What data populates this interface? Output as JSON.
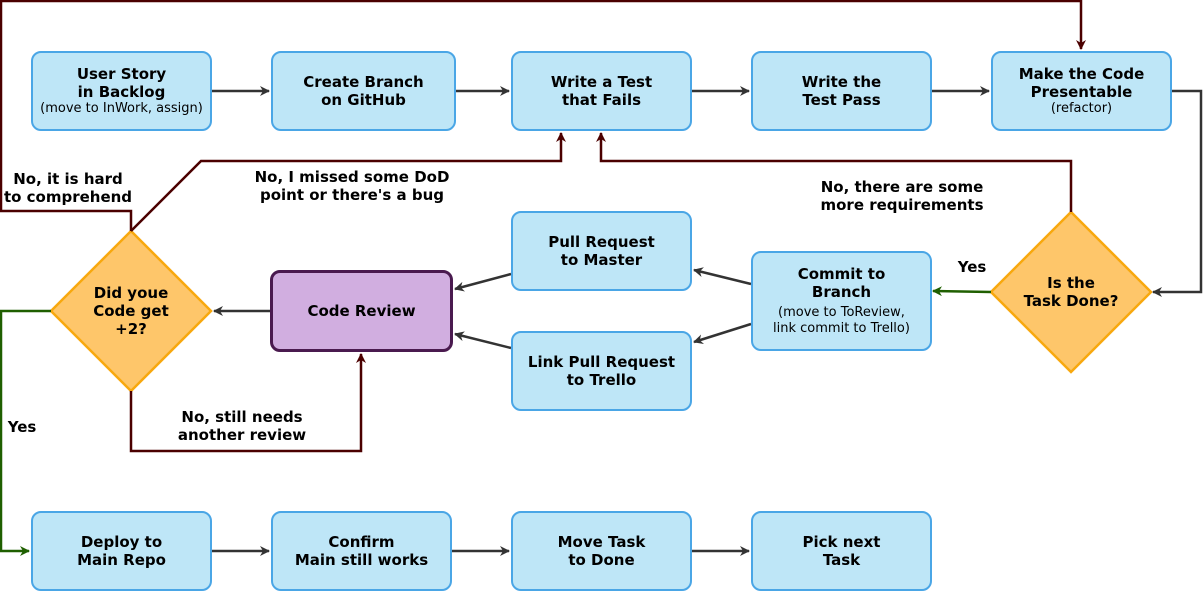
{
  "colors": {
    "box_fill": "#bee6f7",
    "box_border": "#4aa6e6",
    "review_fill": "#d1aee0",
    "review_border": "#4a1a4f",
    "diamond_fill": "#fec66a",
    "diamond_border": "#f8a80e",
    "no_arrow": "#4b0000",
    "yes_arrow": "#1f5f00",
    "flow_arrow": "#333333"
  },
  "nodes": {
    "user_story": {
      "title": "User Story\nin Backlog",
      "sub": "(move to InWork, assign)"
    },
    "create_branch": {
      "title": "Create Branch\non GitHub"
    },
    "write_test": {
      "title": "Write a Test\nthat Fails"
    },
    "write_pass": {
      "title": "Write the\nTest Pass"
    },
    "presentable": {
      "title": "Make the Code\nPresentable",
      "sub": "(refactor)"
    },
    "pull_request": {
      "title": "Pull Request\nto Master"
    },
    "commit": {
      "title": "Commit to\nBranch",
      "sub": "(move to ToReview,\nlink commit to Trello)"
    },
    "link_pr": {
      "title": "Link Pull Request\nto Trello"
    },
    "code_review": {
      "title": "Code Review"
    },
    "deploy": {
      "title": "Deploy to\nMain Repo"
    },
    "confirm": {
      "title": "Confirm\nMain still works"
    },
    "move_done": {
      "title": "Move Task\nto Done"
    },
    "pick_next": {
      "title": "Pick next\nTask"
    }
  },
  "decisions": {
    "task_done": "Is the\nTask Done?",
    "plus_two": "Did youe\nCode get\n+2?"
  },
  "edge_labels": {
    "yes_done": "Yes",
    "no_requirements": "No, there are some\nmore requirements",
    "no_dod": "No, I missed some DoD\npoint or there's a bug",
    "no_comprehend": "No, it is hard\nto comprehend",
    "no_review": "No, still needs\nanother review",
    "yes_plus_two": "Yes"
  }
}
